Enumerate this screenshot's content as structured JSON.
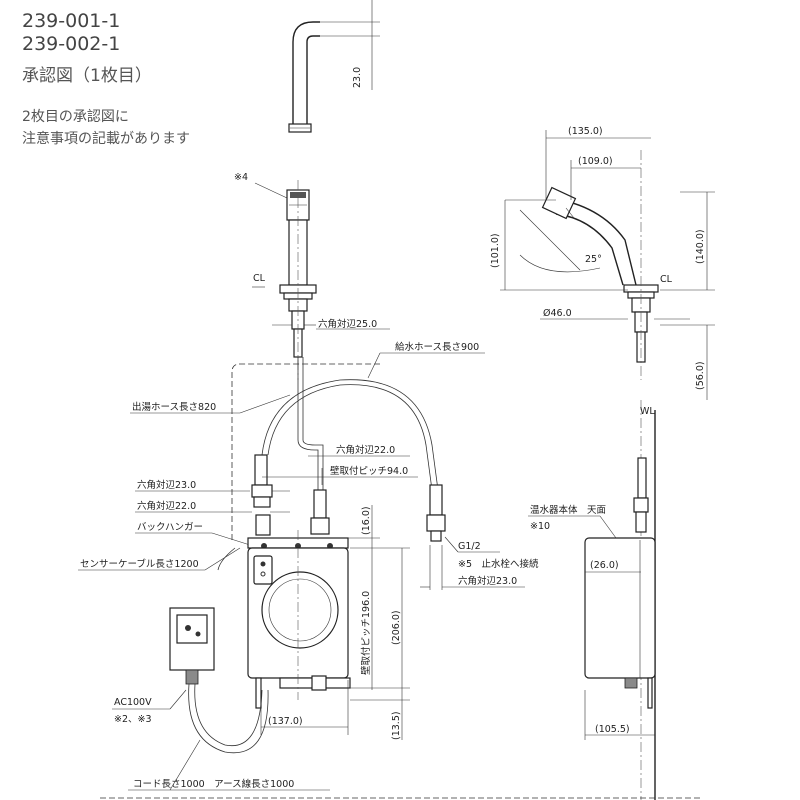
{
  "header": {
    "model_1": "239-001-1",
    "model_2": "239-002-1",
    "title": "承認図（1枚目）",
    "note_line1": "2枚目の承認図に",
    "note_line2": "注意事項の記載があります"
  },
  "dimensions": {
    "top_spout_height": "23.0",
    "spout_reach": "(135.0)",
    "spout_reach_inner": "(109.0)",
    "spout_height_101": "(101.0)",
    "spout_height_140": "(140.0)",
    "spout_angle": "25°",
    "base_diameter": "Ø46.0",
    "below_deck": "(56.0)",
    "hex_25": "六角対辺25.0",
    "supply_hose": "給水ホース長さ900",
    "outlet_hose": "出湯ホース長さ820",
    "hex_22_top": "六角対辺22.0",
    "mount_pitch_94": "壁取付ピッチ94.0",
    "hex_23_left": "六角対辺23.0",
    "hex_22_left": "六角対辺22.0",
    "back_hanger": "バックハンガー",
    "sensor_cable": "センサーケーブル長さ1200",
    "dim_16": "(16.0)",
    "mount_pitch_196": "壁取付ピッチ196.0",
    "dim_206": "(206.0)",
    "dim_13_5": "(13.5)",
    "dim_137": "(137.0)",
    "thread_g": "G1/2",
    "note_5": "※5　止水栓へ接続",
    "hex_23_right": "六角対辺23.0",
    "heater_label": "温水器本体　天面",
    "note_10": "※10",
    "dim_26": "(26.0)",
    "dim_105_5": "(105.5)",
    "wall_line": "WL",
    "ac_label": "AC100V",
    "note_2_3": "※2、※3",
    "cord_length": "コード長さ1000　アース線長さ1000",
    "note_4": "※4",
    "center_line": "CL"
  }
}
